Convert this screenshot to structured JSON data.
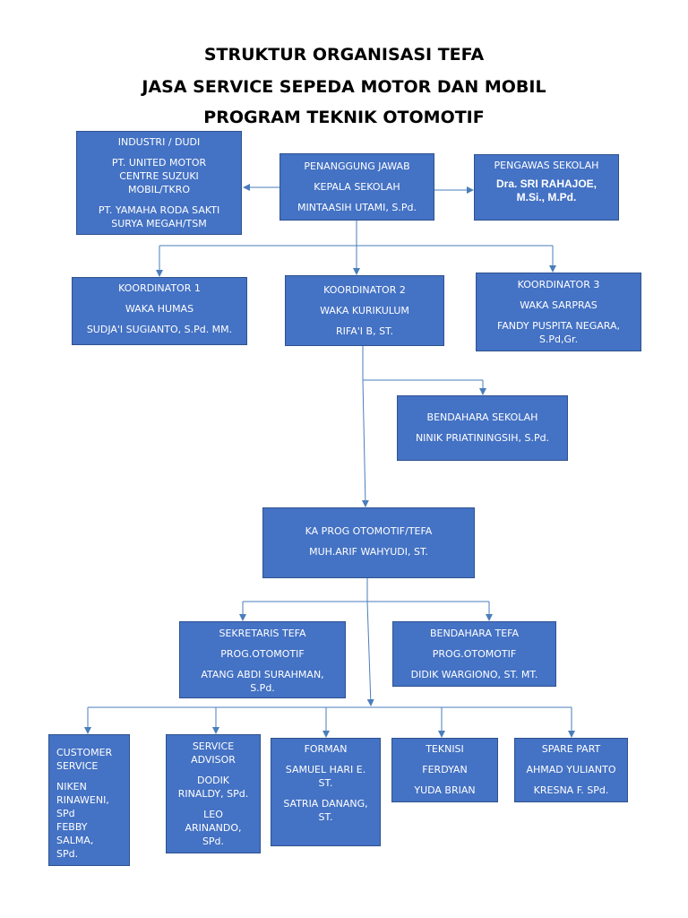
{
  "title": {
    "line1": "STRUKTUR ORGANISASI TEFA",
    "line2": "JASA SERVICE SEPEDA MOTOR DAN MOBIL",
    "line3": "PROGRAM TEKNIK OTOMOTIF"
  },
  "industri": {
    "label": "INDUSTRI / DUDI",
    "company1a": "PT. UNITED MOTOR",
    "company1b": "CENTRE SUZUKI",
    "company1c": "MOBIL/TKRO",
    "company2a": "PT. YAMAHA RODA SAKTI",
    "company2b": "SURYA MEGAH/TSM"
  },
  "penanggung": {
    "label": "PENANGGUNG JAWAB",
    "role": "KEPALA SEKOLAH",
    "name": "MINTAASIH UTAMI, S.Pd."
  },
  "pengawas": {
    "label": "PENGAWAS SEKOLAH",
    "name1": "Dra. SRI RAHAJOE,",
    "name2": "M.Si., M.Pd."
  },
  "koordinator1": {
    "label": "KOORDINATOR 1",
    "role": "WAKA HUMAS",
    "name": "SUDJA'I SUGIANTO, S.Pd. MM."
  },
  "koordinator2": {
    "label": "KOORDINATOR 2",
    "role": "WAKA KURIKULUM",
    "name": "RIFA'I B, ST."
  },
  "koordinator3": {
    "label": "KOORDINATOR 3",
    "role": "WAKA SARPRAS",
    "name1": "FANDY PUSPITA NEGARA,",
    "name2": "S.Pd,Gr."
  },
  "bendahara_sekolah": {
    "label": "BENDAHARA SEKOLAH",
    "name": "NINIK PRIATININGSIH, S.Pd."
  },
  "kaprog": {
    "label": "KA PROG OTOMOTIF/TEFA",
    "name": "MUH.ARIF WAHYUDI, ST."
  },
  "sekretaris": {
    "label": "SEKRETARIS TEFA",
    "prog": "PROG.OTOMOTIF",
    "name1": "ATANG ABDI SURAHMAN,",
    "name2": "S.Pd."
  },
  "bendahara_tefa": {
    "label": "BENDAHARA TEFA",
    "prog": "PROG.OTOMOTIF",
    "name": "DIDIK WARGIONO, ST. MT."
  },
  "customer_service": {
    "label1": "CUSTOMER",
    "label2": "SERVICE",
    "name1a": "NIKEN",
    "name1b": "RINAWENI, SPd",
    "name2a": "FEBBY SALMA,",
    "name2b": "SPd."
  },
  "service_advisor": {
    "label1": "SERVICE",
    "label2": "ADVISOR",
    "name1a": "DODIK",
    "name1b": "RINALDY, SPd.",
    "name2a": "LEO",
    "name2b": "ARINANDO,",
    "name2c": "SPd."
  },
  "forman": {
    "label": "FORMAN",
    "name1a": "SAMUEL HARI E.",
    "name1b": "ST.",
    "name2a": "SATRIA DANANG,",
    "name2b": "ST."
  },
  "teknisi": {
    "label": "TEKNISI",
    "name1": "FERDYAN",
    "name2": "YUDA BRIAN"
  },
  "spare_part": {
    "label": "SPARE PART",
    "name1": "AHMAD YULIANTO",
    "name2": "KRESNA F. SPd."
  },
  "colors": {
    "box_fill": "#4472c4",
    "box_border": "#2f528f",
    "connector": "#4a7ebb"
  }
}
